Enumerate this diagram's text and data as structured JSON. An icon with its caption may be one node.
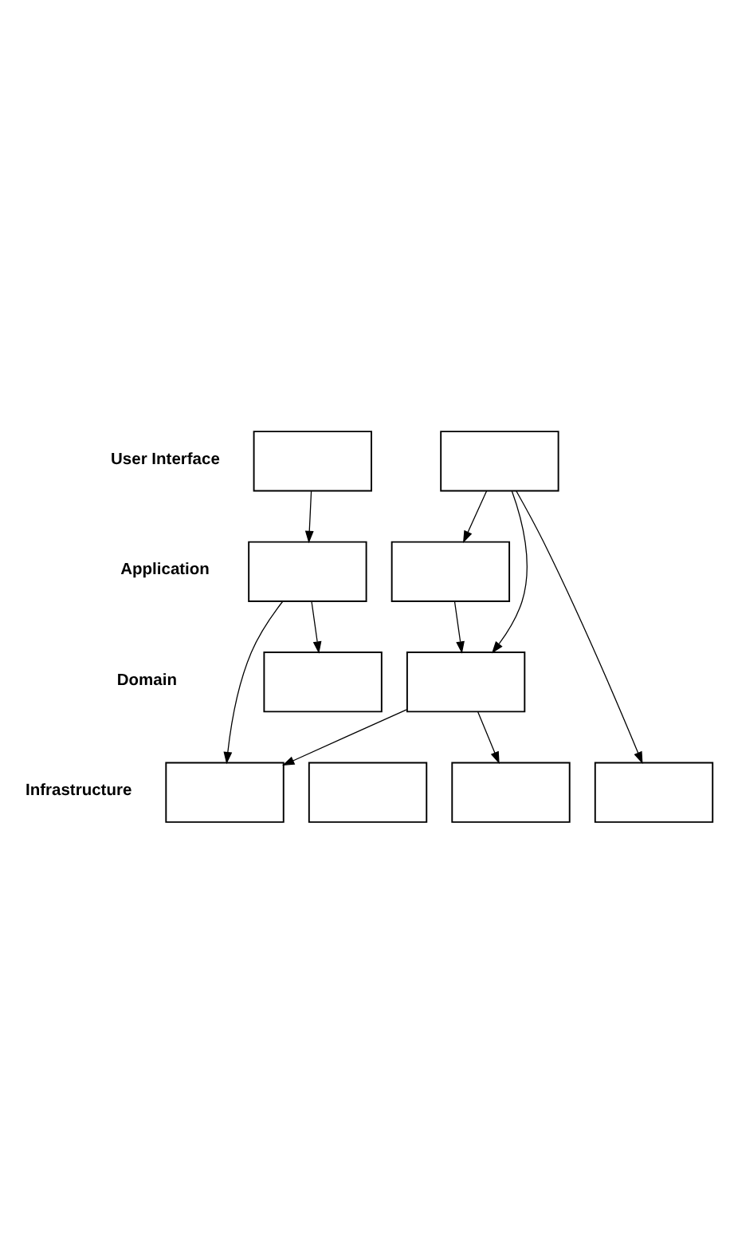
{
  "diagram": {
    "nodes": [
      {
        "text": [],
        "shape": "box"
      },
      {
        "text": [],
        "shape": "box"
      },
      {
        "text": [],
        "shape": "box"
      },
      {
        "text": [],
        "shape": "box"
      },
      {
        "text": [],
        "shape": "box"
      },
      {
        "text": [],
        "shape": "box"
      },
      {
        "text": [],
        "shape": "box"
      },
      {
        "text": [],
        "shape": "box"
      },
      {
        "text": [],
        "shape": "box"
      },
      {
        "text": [],
        "shape": "box"
      }
    ],
    "edges": [
      {
        "from": 0,
        "to": 2,
        "arrow": "to"
      },
      {
        "from": 1,
        "to": 3,
        "arrow": "to"
      },
      {
        "from": 1,
        "to": 5,
        "arrow": "to"
      },
      {
        "from": 1,
        "to": 9,
        "arrow": "to"
      },
      {
        "from": 2,
        "to": 4,
        "arrow": "to"
      },
      {
        "from": 2,
        "to": 6,
        "arrow": "to"
      },
      {
        "from": 3,
        "to": 5,
        "arrow": "to"
      },
      {
        "from": 5,
        "to": 6,
        "arrow": "to"
      },
      {
        "from": 5,
        "to": 8,
        "arrow": "to"
      }
    ],
    "labels": [
      "User Interface",
      "Application",
      "Domain",
      "Infrastructure"
    ]
  }
}
